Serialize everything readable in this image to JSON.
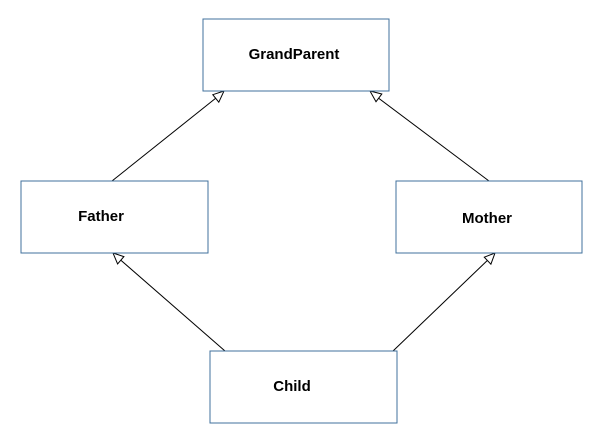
{
  "diagram": {
    "nodes": {
      "grandparent": {
        "label": "GrandParent"
      },
      "father": {
        "label": "Father"
      },
      "mother": {
        "label": "Mother"
      },
      "child": {
        "label": "Child"
      }
    },
    "edges": [
      {
        "from": "father",
        "to": "grandparent",
        "arrowhead": "hollow-triangle"
      },
      {
        "from": "mother",
        "to": "grandparent",
        "arrowhead": "hollow-triangle"
      },
      {
        "from": "child",
        "to": "father",
        "arrowhead": "hollow-triangle"
      },
      {
        "from": "child",
        "to": "mother",
        "arrowhead": "hollow-triangle"
      }
    ],
    "colors": {
      "box_border": "#41719c",
      "box_fill": "#ffffff",
      "line": "#000000",
      "text": "#000000"
    }
  }
}
